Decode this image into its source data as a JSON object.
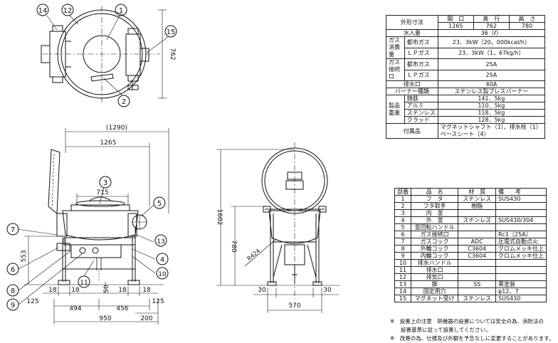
{
  "top_view": {
    "balloons": [
      "14",
      "12",
      "1",
      "15",
      "2"
    ],
    "dim_depth": "762"
  },
  "front_view": {
    "dim_overall": "(1290)",
    "dim_width": "1265",
    "dim_inner": "715",
    "dim_height": "553",
    "dim_foot_left": "125",
    "dim_foot_right": "125",
    "dim_small_18a": "18",
    "dim_small_18b": "18",
    "dim_small_18c": "18",
    "dim_small_18d": "18",
    "dim_50": "50",
    "dim_494": "494",
    "dim_456": "456",
    "dim_950": "950",
    "dim_200": "200",
    "balloons": [
      "3",
      "5",
      "7",
      "13",
      "4",
      "6",
      "10",
      "8",
      "11",
      "9"
    ]
  },
  "side_view": {
    "dim_1602": "1602",
    "dim_780": "780",
    "dim_r424": "R424",
    "dim_30a": "30",
    "dim_30b": "30",
    "dim_570": "570"
  },
  "spec_table": {
    "dims_label": "外形寸法",
    "dims_headers": [
      "間　口",
      "奥　行",
      "高　さ"
    ],
    "dims_values": [
      "1265",
      "762",
      "780"
    ],
    "water_label": "水入量",
    "water_value": "36（ℓ）",
    "gas_label": "ガス消費量",
    "gas_rows": [
      {
        "type": "都市ガス",
        "value": "23．3kW（20，000kcal/h）"
      },
      {
        "type": "ＬＰガス",
        "value": "23．3kW（1，67kg/h）"
      }
    ],
    "conn_label": "ガス接続口",
    "conn_rows": [
      {
        "type": "都市ガス",
        "value": "25A"
      },
      {
        "type": "ＬＰガス",
        "value": "25A"
      }
    ],
    "drain_label": "排水口",
    "drain_value": "40A",
    "burner_label": "バーナー種類",
    "burner_value": "ステンレス製プレスバーナー",
    "weight_label": "製品重量",
    "weight_rows": [
      {
        "type": "鋳鉄",
        "value": "141．5kg"
      },
      {
        "type": "アルミ",
        "value": "110．5kg"
      },
      {
        "type": "ステンレス",
        "value": "118．5kg"
      },
      {
        "type": "クラッド",
        "value": "128．5kg"
      }
    ],
    "acc_label": "付属品",
    "acc_value": "マグネットシャフト（1）、排水栓（1）ベースシート（4）"
  },
  "parts_table": {
    "headers": [
      "部番",
      "品　名",
      "材　質",
      "備　　考"
    ],
    "rows": [
      {
        "no": "1",
        "name": "フ　タ",
        "mat": "ステンレス",
        "note": "SUS430"
      },
      {
        "no": "2",
        "name": "フタ取手",
        "mat": "樹脂",
        "note": ""
      },
      {
        "no": "3",
        "name": "内　釜",
        "mat": "",
        "note": ""
      },
      {
        "no": "4",
        "name": "外　釜",
        "mat": "ステンレス",
        "note": "SUS430/304"
      },
      {
        "no": "5",
        "name": "釜回転ハンドル",
        "mat": "",
        "note": ""
      },
      {
        "no": "6",
        "name": "ガス接続口",
        "mat": "",
        "note": "Rc1（25A）"
      },
      {
        "no": "7",
        "name": "ガスコック",
        "mat": "ADC",
        "note": "圧電式自動点火"
      },
      {
        "no": "8",
        "name": "外輪コック",
        "mat": "C3604",
        "note": "クロムメッキ仕上"
      },
      {
        "no": "9",
        "name": "内輪コック",
        "mat": "C3604",
        "note": "クロムメッキ仕上"
      },
      {
        "no": "10",
        "name": "排水ハンドル",
        "mat": "",
        "note": ""
      },
      {
        "no": "11",
        "name": "排水口",
        "mat": "",
        "note": ""
      },
      {
        "no": "12",
        "name": "排気口",
        "mat": "",
        "note": ""
      },
      {
        "no": "13",
        "name": "脚",
        "mat": "SS",
        "note": "黒塗装"
      },
      {
        "no": "14",
        "name": "固定用穴",
        "mat": "",
        "note": "φ12．7"
      },
      {
        "no": "15",
        "name": "マグネット受け",
        "mat": "ステンレス",
        "note": "SUS430"
      }
    ]
  },
  "notes": {
    "line1": "※　設置上の注意　熱機器の設置については安全の為、消防法の",
    "line2": "　　設置基準に従って設置してください。",
    "line3": "※　改善の為、仕様及び外観を予告なしに変更することがあります。"
  }
}
